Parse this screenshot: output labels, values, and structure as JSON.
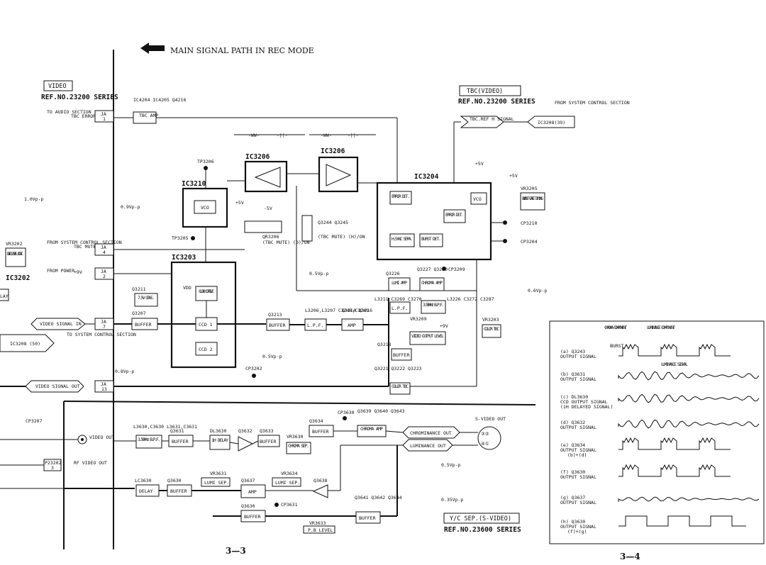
{
  "header": {
    "main_path": "MAIN SIGNAL PATH IN REC MODE"
  },
  "video_section": {
    "title": "VIDEO",
    "ref": "REF.NO.23200 SERIES"
  },
  "tbc_section": {
    "title": "TBC(VIDEO)",
    "ref": "REF.NO.23200 SERIES",
    "from_label": "FROM SYSTEM CONTROL SECTION",
    "ic_ref": "IC3208(39)",
    "tbc_ref_label": "TBC.REF H SIGNAL"
  },
  "yc_section": {
    "title": "Y/C SEP.(S-VIDEO)",
    "ref": "REF.NO.23600 SERIES"
  },
  "page_numbers": {
    "left": "3—3",
    "right": "3—4"
  },
  "left_edge": {
    "vr3202": "VR3202",
    "doc": "DOC LEVEL CONT.",
    "ic3202": "IC3202",
    "lay": "LAY",
    "ic3208": "IC3208 (50)",
    "to_system": "TO SYSTEM CONTROL SECTION",
    "cp3207": "CP3207",
    "p23202": "P23202",
    "p_num": "3",
    "rf_video_out": "RF VIDEO OUT",
    "video_out": "VIDEO OUT",
    "vpp_1": "1.0Vp-p"
  },
  "connectors": {
    "to_audio": "TO AUDIO SECTION",
    "tbc_error": "TBC ERROR",
    "ja1": "JA",
    "ja1n": "1",
    "from_sys": "FROM SYSTEM CONTROL SECTION",
    "tbc_mute": "TBC MUTE",
    "ja4": "JA",
    "ja4n": "4",
    "from_power": "FROM POWER",
    "plus9v": "+9V",
    "ja2": "JA",
    "ja2n": "2",
    "video_signal_in": "VIDEO SIGNAL IN",
    "ja7": "JA",
    "ja7n": "7",
    "video_signal_out": "VIDEO SIGNAL OUT",
    "ja13": "JA",
    "ja13n": "13"
  },
  "blocks": {
    "ic4204": "IC4204 IC4205 Q4216",
    "tbc_amp": "TBC AMP",
    "tp3206": "TP3206",
    "tp3205": "TP3205",
    "ic3210": "IC3210",
    "vco": "VCO",
    "vpp_09": "0.9Vp-p",
    "ic3206a": "IC3206",
    "ic3206b": "IC3206",
    "plus5v": "+5V",
    "minus5v": "-5V",
    "qr3206": "QR3206",
    "tbc_mute_on": "(TBC MUTE) (D)/ON",
    "q3244": "Q3244 Q3245",
    "tbc_mute2": "(TBC MUTE) (H)/ON",
    "ic3203": "IC3203",
    "vdd": "VDD",
    "clock_drive": "CLOCK DRIVE",
    "ccd1": "CCD 1",
    "ccd2": "CCD 2",
    "q3211": "Q3211",
    "gene": "7.5V GENE.",
    "q3207": "Q3207",
    "buffer_in": "BUFFER",
    "vpp_08": "0.8Vp-p",
    "q3213": "Q3213",
    "buffer_2": "BUFFER",
    "l3206": "L3206,L3207 C3248,C3249",
    "lpf": "L.P.F.",
    "q3214": "Q3214 Q3216",
    "amp": "AMP",
    "vpp_05": "0.5Vp-p",
    "cp3202": "CP3202",
    "ic3204": "IC3204",
    "error_det": "ERROR DET.",
    "hsync": "H.SYNC SEPA.",
    "burst_det": "BURST DET.",
    "vco2": "VCO",
    "error_det2": "ERROR DET.",
    "plus5v_b": "+5V",
    "plus5v_c": "+5V",
    "vr3205": "VR3205",
    "burst_gate": "BURST GATE TIMING",
    "cp3210": "CP3210",
    "cp3204": "CP3204",
    "cp3209": "CP3209",
    "q3227": "Q3227 Q3230",
    "q3226": "Q3226",
    "lumi_amp": "LUMI AMP",
    "chroma_amp": "CHROMA AMP",
    "vpp_05b": "0.5Vp-p",
    "vpp_06": "0.6Vp-p",
    "l3211": "L3211 C3269 C3270",
    "lpf2": "L.P.F.",
    "bpf": "3.58MHz B.P.F.",
    "l3226": "L3226 C3272 C3287",
    "vr3209": "VR3209",
    "plus9v2": "+9V",
    "video_out_level": "VIDEO OUTPUT LEVEL",
    "vr3203": "VR3203",
    "color_tbc": "COLOR TBC",
    "q3218": "Q3218",
    "buffer_3": "BUFFER",
    "q3221": "Q3221 Q3222 Q3223",
    "color_tbc2": "COLOR TBC"
  },
  "yc_blocks": {
    "l3630": "L3630,C3630 L3631,C3631",
    "bpf": "3.58MHz B.P.F.",
    "q3631": "Q3631",
    "buffer1": "BUFFER",
    "dl3630": "DL3630",
    "delay1h": "1H DELAY",
    "q3632": "Q3632",
    "q3633": "Q3633",
    "buffer2": "BUFFER",
    "vr3630": "VR3630",
    "chroma_sep": "CHROMA SEP.",
    "q3634": "Q3634",
    "buffer3": "BUFFER",
    "cp3630": "CP3630",
    "q3639": "Q3639 Q3640 Q3643",
    "chroma_amp": "CHROMA AMP",
    "chrom_out": "CHROMINANCE OUT",
    "lum_out": "LUMINANCE OUT",
    "svideo": "S-VIDEO OUT",
    "lc3630": "LC3630",
    "delay": "DELAY",
    "q3630": "Q3630",
    "buffer4": "BUFFER",
    "vr3631": "VR3631",
    "lumi_sep": "LUMI SEP.",
    "q3637": "Q3637",
    "amp": "AMP",
    "vr3634": "VR3634",
    "lumi_sep2": "LUMI SEP.",
    "q3638": "Q3638",
    "q3630b": "Q3630",
    "buffer5": "BUFFER",
    "cp3631": "CP3631",
    "vr3633": "VR3633",
    "pb_level": "P.B LEVEL",
    "q3641": "Q3641 Q3642 Q3644",
    "buffer6": "BUFFER",
    "vpp05": "0.5Vp-p",
    "vpp035": "0.35Vp-p"
  },
  "waveforms": {
    "chroma_comp": "CHROMA COMPONENT",
    "lumi_comp": "LUMINANCE COMPONENT",
    "burst": "BURST",
    "lumi_sig": "LUMINANCE SIGNAL",
    "rows": [
      {
        "label": "(a) Q3243 OUTPUT SIGNAL"
      },
      {
        "label": "(b) Q3631 OUTPUT SIGNAL"
      },
      {
        "label": "(c) DL3630 CCD OUTPUT SIGNAL (1H DELAYED SIGNAL)"
      },
      {
        "label": "(d) Q3632 OUTPUT SIGNAL"
      },
      {
        "label": "(e) Q3634 OUTPUT SIGNAL (b)+(d)"
      },
      {
        "label": "(f) Q3630 OUTPUT SIGNAL"
      },
      {
        "label": "(g) Q3637 OUTPUT SIGNAL"
      },
      {
        "label": "(h) Q3630 OUTPUT SIGNAL (f)+(g)"
      }
    ]
  }
}
